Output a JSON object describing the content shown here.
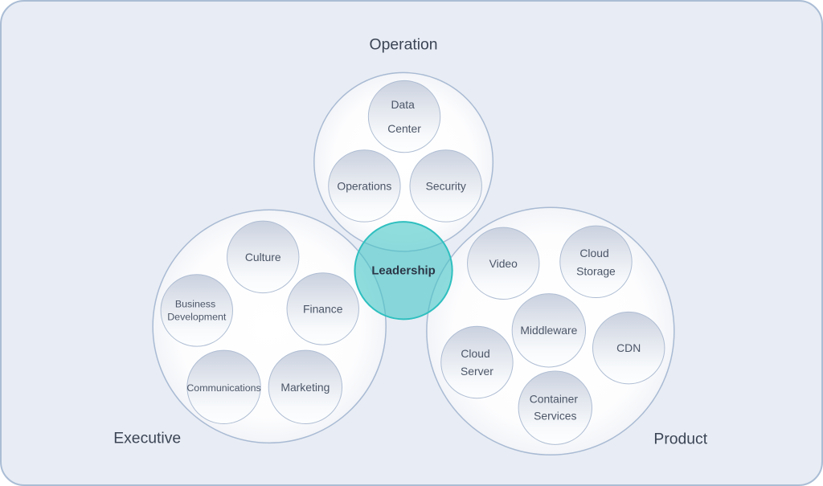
{
  "diagram": {
    "center": {
      "label": "Leadership"
    },
    "groups": [
      {
        "name": "Operation",
        "bubbles": [
          {
            "lines": [
              "Data",
              "Center"
            ]
          },
          {
            "lines": [
              "Operations"
            ]
          },
          {
            "lines": [
              "Security"
            ]
          }
        ]
      },
      {
        "name": "Executive",
        "bubbles": [
          {
            "lines": [
              "Culture"
            ]
          },
          {
            "lines": [
              "Business",
              "Development"
            ]
          },
          {
            "lines": [
              "Finance"
            ]
          },
          {
            "lines": [
              "Communications"
            ]
          },
          {
            "lines": [
              "Marketing"
            ]
          }
        ]
      },
      {
        "name": "Product",
        "bubbles": [
          {
            "lines": [
              "Video"
            ]
          },
          {
            "lines": [
              "Cloud",
              "Storage"
            ]
          },
          {
            "lines": [
              "Middleware"
            ]
          },
          {
            "lines": [
              "CDN"
            ]
          },
          {
            "lines": [
              "Cloud",
              "Server"
            ]
          },
          {
            "lines": [
              "Container",
              "Services"
            ]
          }
        ]
      }
    ],
    "colors": {
      "card_background": "#e8ecf4",
      "card_border": "#aabdd5",
      "circle_border": "#a8bad3",
      "bubble_border": "#aebdd3",
      "teal_fill": "#42c6c6",
      "teal_border": "#2fbfbf",
      "label_text": "#4c5668",
      "title_text": "#3b4555"
    }
  }
}
